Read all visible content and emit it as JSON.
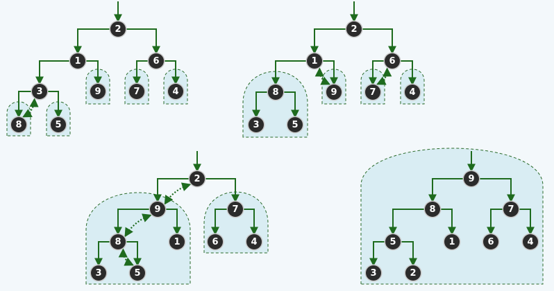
{
  "colors": {
    "background": "#f3f8fb",
    "edge": "#1e6b1e",
    "swap_arrow": "#1e6b1e",
    "region_fill": "#d9edf3",
    "region_stroke": "#2a6a2a",
    "node_fill": "#2b2b2b",
    "node_ring": "#c9c9c9",
    "node_text": "#ffffff"
  },
  "panels": [
    {
      "nodes": [
        {
          "id": "a2",
          "label": "2"
        },
        {
          "id": "a1",
          "label": "1"
        },
        {
          "id": "a6",
          "label": "6"
        },
        {
          "id": "a3",
          "label": "3"
        },
        {
          "id": "a9",
          "label": "9"
        },
        {
          "id": "a7",
          "label": "7"
        },
        {
          "id": "a4",
          "label": "4"
        },
        {
          "id": "a8",
          "label": "8"
        },
        {
          "id": "a5",
          "label": "5"
        }
      ],
      "swaps": [
        [
          "a8",
          "a3"
        ]
      ]
    },
    {
      "nodes": [
        {
          "id": "b2",
          "label": "2"
        },
        {
          "id": "b1",
          "label": "1"
        },
        {
          "id": "b6",
          "label": "6"
        },
        {
          "id": "b8",
          "label": "8"
        },
        {
          "id": "b9",
          "label": "9"
        },
        {
          "id": "b7",
          "label": "7"
        },
        {
          "id": "b4",
          "label": "4"
        },
        {
          "id": "b3",
          "label": "3"
        },
        {
          "id": "b5",
          "label": "5"
        }
      ],
      "swaps": [
        [
          "b1",
          "b9"
        ],
        [
          "b7",
          "b6"
        ]
      ]
    },
    {
      "nodes": [
        {
          "id": "c2",
          "label": "2"
        },
        {
          "id": "c9",
          "label": "9"
        },
        {
          "id": "c7",
          "label": "7"
        },
        {
          "id": "c8",
          "label": "8"
        },
        {
          "id": "c1",
          "label": "1"
        },
        {
          "id": "c6",
          "label": "6"
        },
        {
          "id": "c4",
          "label": "4"
        },
        {
          "id": "c3",
          "label": "3"
        },
        {
          "id": "c5",
          "label": "5"
        }
      ],
      "swaps": [
        [
          "c2",
          "c9"
        ],
        [
          "c9",
          "c8"
        ],
        [
          "c8",
          "c5"
        ]
      ]
    },
    {
      "nodes": [
        {
          "id": "d9",
          "label": "9"
        },
        {
          "id": "d8",
          "label": "8"
        },
        {
          "id": "d7",
          "label": "7"
        },
        {
          "id": "d5",
          "label": "5"
        },
        {
          "id": "d1",
          "label": "1"
        },
        {
          "id": "d6",
          "label": "6"
        },
        {
          "id": "d4",
          "label": "4"
        },
        {
          "id": "d3",
          "label": "3"
        },
        {
          "id": "d2",
          "label": "2"
        }
      ],
      "swaps": []
    }
  ]
}
